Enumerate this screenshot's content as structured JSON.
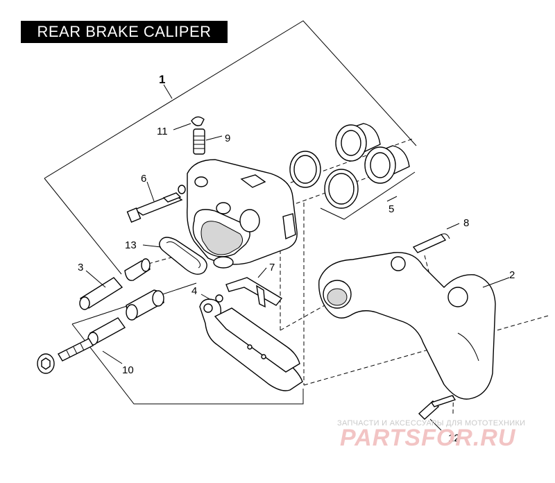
{
  "title": "REAR BRAKE CALIPER",
  "callouts": {
    "c1": "1",
    "c2": "2",
    "c3": "3",
    "c4": "4",
    "c5": "5",
    "c6": "6",
    "c7": "7",
    "c8": "8",
    "c9": "9",
    "c10": "10",
    "c11": "11",
    "c12": "12",
    "c13": "13"
  },
  "watermark": {
    "caption": "ЗАПЧАСТИ И АКСЕССУАРЫ ДЛЯ МОТОТЕХНИКИ",
    "logo": "PARTSFOR.RU"
  },
  "colors": {
    "title_bg": "#000000",
    "title_fg": "#ffffff",
    "watermark": "#f2c4c4"
  }
}
